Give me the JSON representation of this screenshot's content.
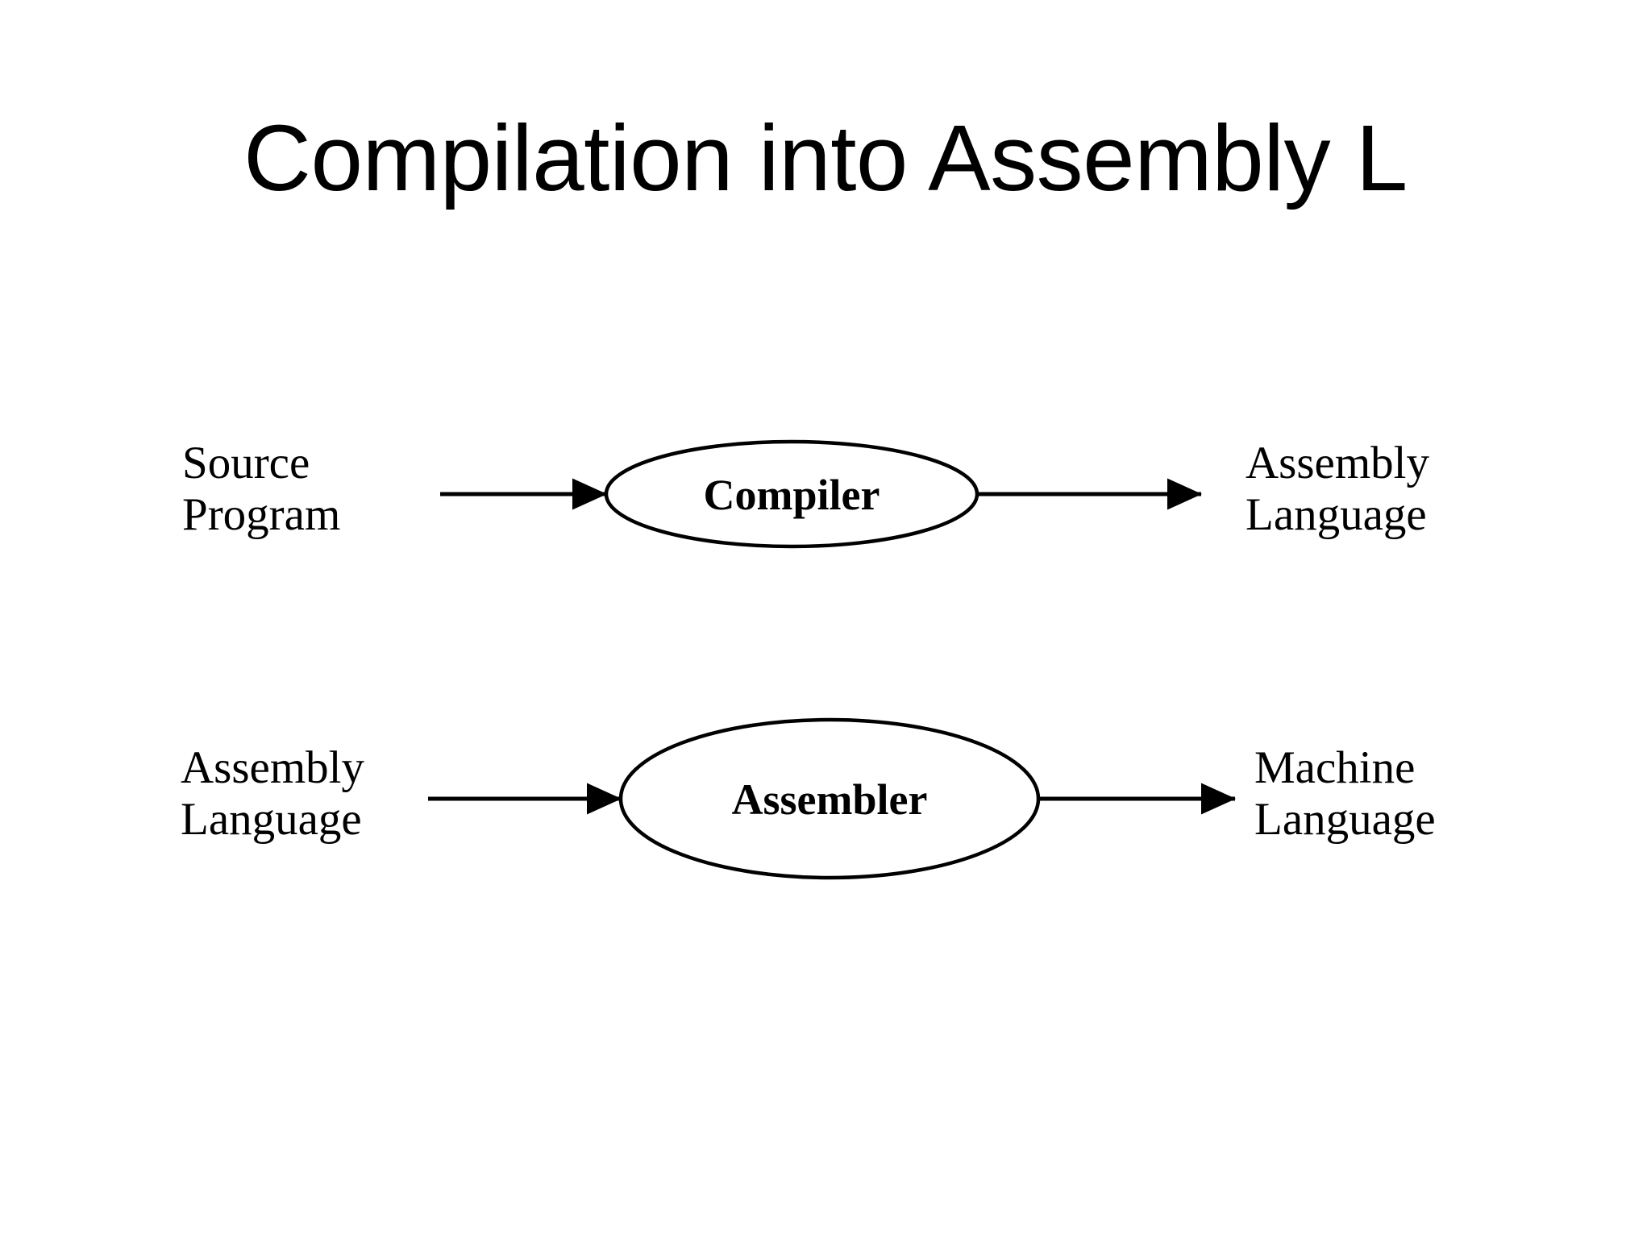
{
  "slide": {
    "title": "Compilation into Assembly L",
    "background_color": "#ffffff",
    "ink_color": "#000000"
  },
  "diagram": {
    "type": "flow",
    "rows": [
      {
        "id": "compilation-row",
        "input_label": {
          "line1": "Source",
          "line2": "Program"
        },
        "process_label": "Compiler",
        "output_label": {
          "line1": "Assembly",
          "line2": "Language"
        }
      },
      {
        "id": "assembly-row",
        "input_label": {
          "line1": "Assembly",
          "line2": "Language"
        },
        "process_label": "Assembler",
        "output_label": {
          "line1": "Machine",
          "line2": "Language"
        }
      }
    ]
  }
}
